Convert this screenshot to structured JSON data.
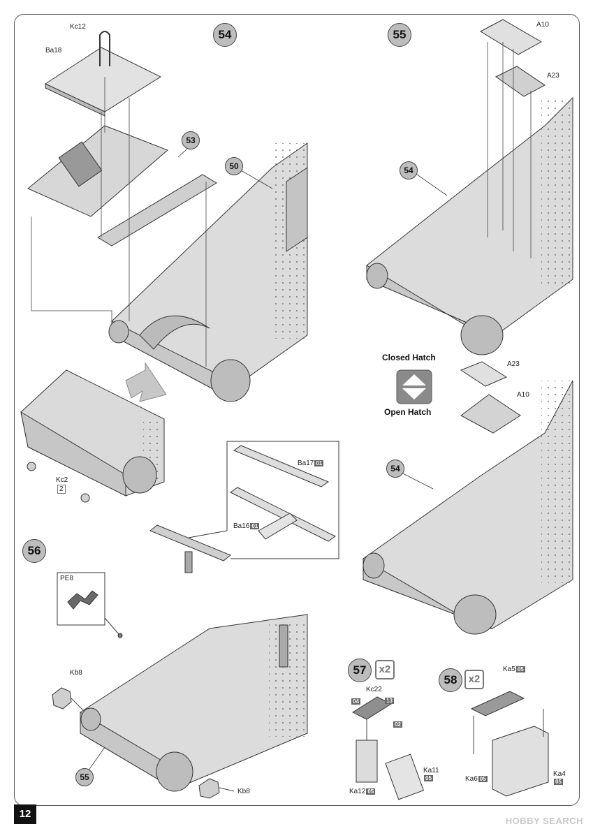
{
  "page_number": "12",
  "watermark": "HOBBY SEARCH",
  "steps": {
    "s54": {
      "number": "54"
    },
    "s55": {
      "number": "55"
    },
    "s56": {
      "number": "56"
    },
    "s57": {
      "number": "57",
      "multiplier": "x2"
    },
    "s58": {
      "number": "58",
      "multiplier": "x2"
    }
  },
  "hatch": {
    "closed": "Closed Hatch",
    "open": "Open Hatch"
  },
  "refs": {
    "r53": "53",
    "r50": "50",
    "r54a": "54",
    "r54b": "54",
    "r55": "55"
  },
  "parts": {
    "kc12": "Kc12",
    "ba18": "Ba18",
    "a10_top": "A10",
    "a23_top": "A23",
    "a23_mid": "A23",
    "a10_mid": "A10",
    "kc2": "Kc2",
    "kc2_qty": "2",
    "ba17": "Ba17",
    "ba17_tag": "01",
    "ba16": "Ba16",
    "ba16_tag": "01",
    "pe8": "PE8",
    "kb8_left": "Kb8",
    "kb8_right": "Kb8",
    "kc22": "Kc22",
    "kc22_tag_a": "04",
    "kc22_tag_b": "13",
    "kc22_tag_c": "02",
    "ka11": "Ka11",
    "ka11_tag": "05",
    "ka12": "Ka12",
    "ka12_tag": "05",
    "ka5": "Ka5",
    "ka5_tag": "05",
    "ka6": "Ka6",
    "ka6_tag": "05",
    "ka4": "Ka4",
    "ka4_tag": "05"
  }
}
